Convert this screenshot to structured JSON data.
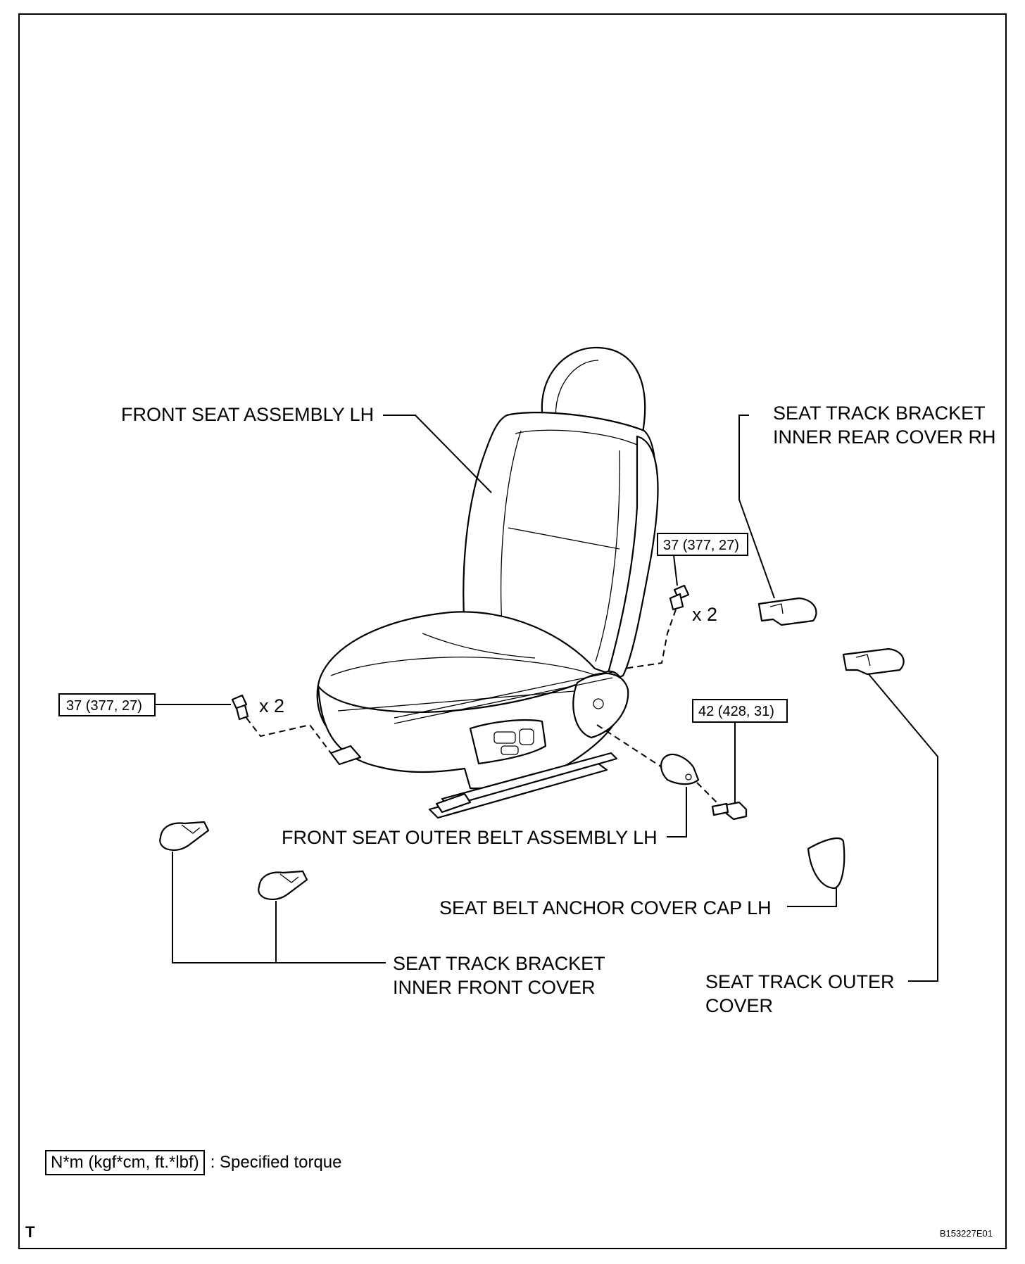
{
  "labels": {
    "front_seat_assembly": "FRONT SEAT ASSEMBLY LH",
    "rear_cover_rh_1": "SEAT TRACK BRACKET",
    "rear_cover_rh_2": "INNER REAR COVER RH",
    "outer_belt": "FRONT SEAT OUTER BELT ASSEMBLY LH",
    "anchor_cap": "SEAT BELT ANCHOR COVER CAP LH",
    "inner_front_cover_1": "SEAT TRACK BRACKET",
    "inner_front_cover_2": "INNER FRONT COVER",
    "outer_cover_1": "SEAT TRACK OUTER",
    "outer_cover_2": "COVER"
  },
  "torques": {
    "rear_bolts": "37 (377, 27)",
    "front_bolts": "37 (377, 27)",
    "belt_bolt": "42 (428, 31)"
  },
  "quantities": {
    "rear_bolts": "x 2",
    "front_bolts": "x 2"
  },
  "legend": {
    "unit_box": "N*m (kgf*cm, ft.*lbf)",
    "description": ": Specified torque"
  },
  "corner_mark": "T",
  "figure_code": "B153227E01"
}
